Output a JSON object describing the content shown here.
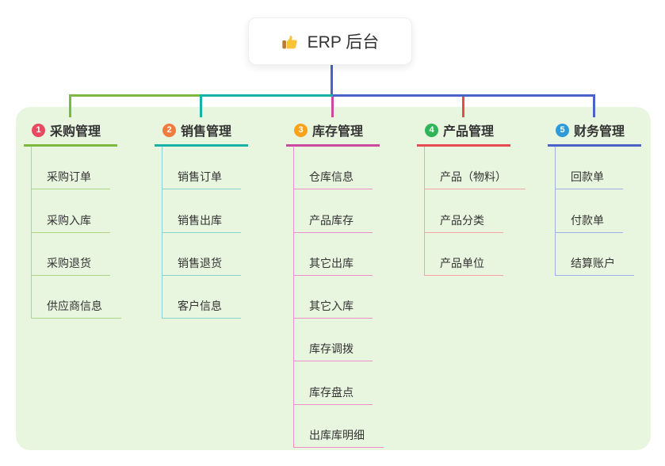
{
  "root": {
    "label": "ERP 后台",
    "icon": "thumbs-up"
  },
  "connector_color": "#4a63c8",
  "colors": {
    "canvas_bg": "#ffffff",
    "panel_bg": "#e8f6df",
    "text": "#333333",
    "card_bg": "#ffffff"
  },
  "branches": [
    {
      "badge": "1",
      "label": "采购管理",
      "badge_color": "#e84a62",
      "line_color": "#7cb93e",
      "child_line_color": "#acd884",
      "children": [
        "采购订单",
        "采购入库",
        "采购退货",
        "供应商信息"
      ]
    },
    {
      "badge": "2",
      "label": "销售管理",
      "badge_color": "#ef7c3e",
      "line_color": "#16b2a5",
      "child_line_color": "#87d5cc",
      "children": [
        "销售订单",
        "销售出库",
        "销售退货",
        "客户信息"
      ]
    },
    {
      "badge": "3",
      "label": "库存管理",
      "badge_color": "#f8a21e",
      "line_color": "#cb4a9d",
      "child_line_color": "#ee8fcb",
      "children": [
        "仓库信息",
        "产品库存",
        "其它出库",
        "其它入库",
        "库存调拨",
        "库存盘点",
        "出库库明细"
      ]
    },
    {
      "badge": "4",
      "label": "产品管理",
      "badge_color": "#2fb457",
      "line_color": "#e74a51",
      "child_line_color": "#f4a5a3",
      "children": [
        "产品（物料）",
        "产品分类",
        "产品单位"
      ]
    },
    {
      "badge": "5",
      "label": "财务管理",
      "badge_color": "#2f9ad8",
      "line_color": "#4a63c8",
      "child_line_color": "#9fb0e6",
      "children": [
        "回款单",
        "付款单",
        "结算账户"
      ]
    }
  ]
}
